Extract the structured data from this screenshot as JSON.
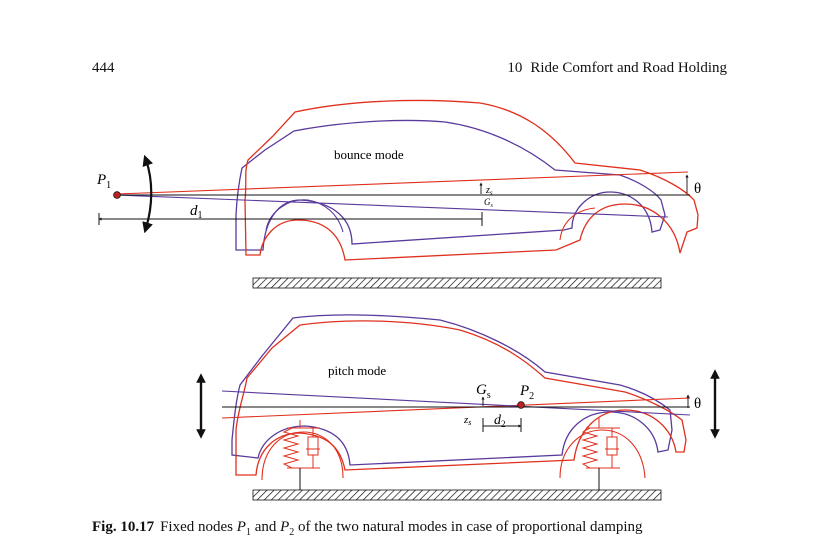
{
  "header": {
    "page_number": "444",
    "chapter_number": "10",
    "chapter_title": "Ride Comfort and Road Holding"
  },
  "figure": {
    "top_panel": {
      "mode_label": "bounce mode",
      "fixed_node": "P",
      "fixed_node_sub": "1",
      "distance": "d",
      "distance_sub": "1",
      "displacement": "z",
      "displacement_sub": "s",
      "cg": "G",
      "cg_sub": "s",
      "angle": "θ"
    },
    "bottom_panel": {
      "mode_label": "pitch mode",
      "fixed_node": "P",
      "fixed_node_sub": "2",
      "distance": "d",
      "distance_sub": "2",
      "displacement": "z",
      "displacement_sub": "s",
      "cg": "G",
      "cg_sub": "s",
      "angle": "θ"
    }
  },
  "caption": {
    "label": "Fig. 10.17",
    "text_1": "Fixed nodes ",
    "p": "P",
    "sub_1": "1",
    "text_2": " and ",
    "sub_2": "2",
    "text_3": " of the two natural modes in case of proportional damping"
  },
  "colors": {
    "red": "#e0301e",
    "purple": "#5a3a9c",
    "black": "#111111"
  }
}
